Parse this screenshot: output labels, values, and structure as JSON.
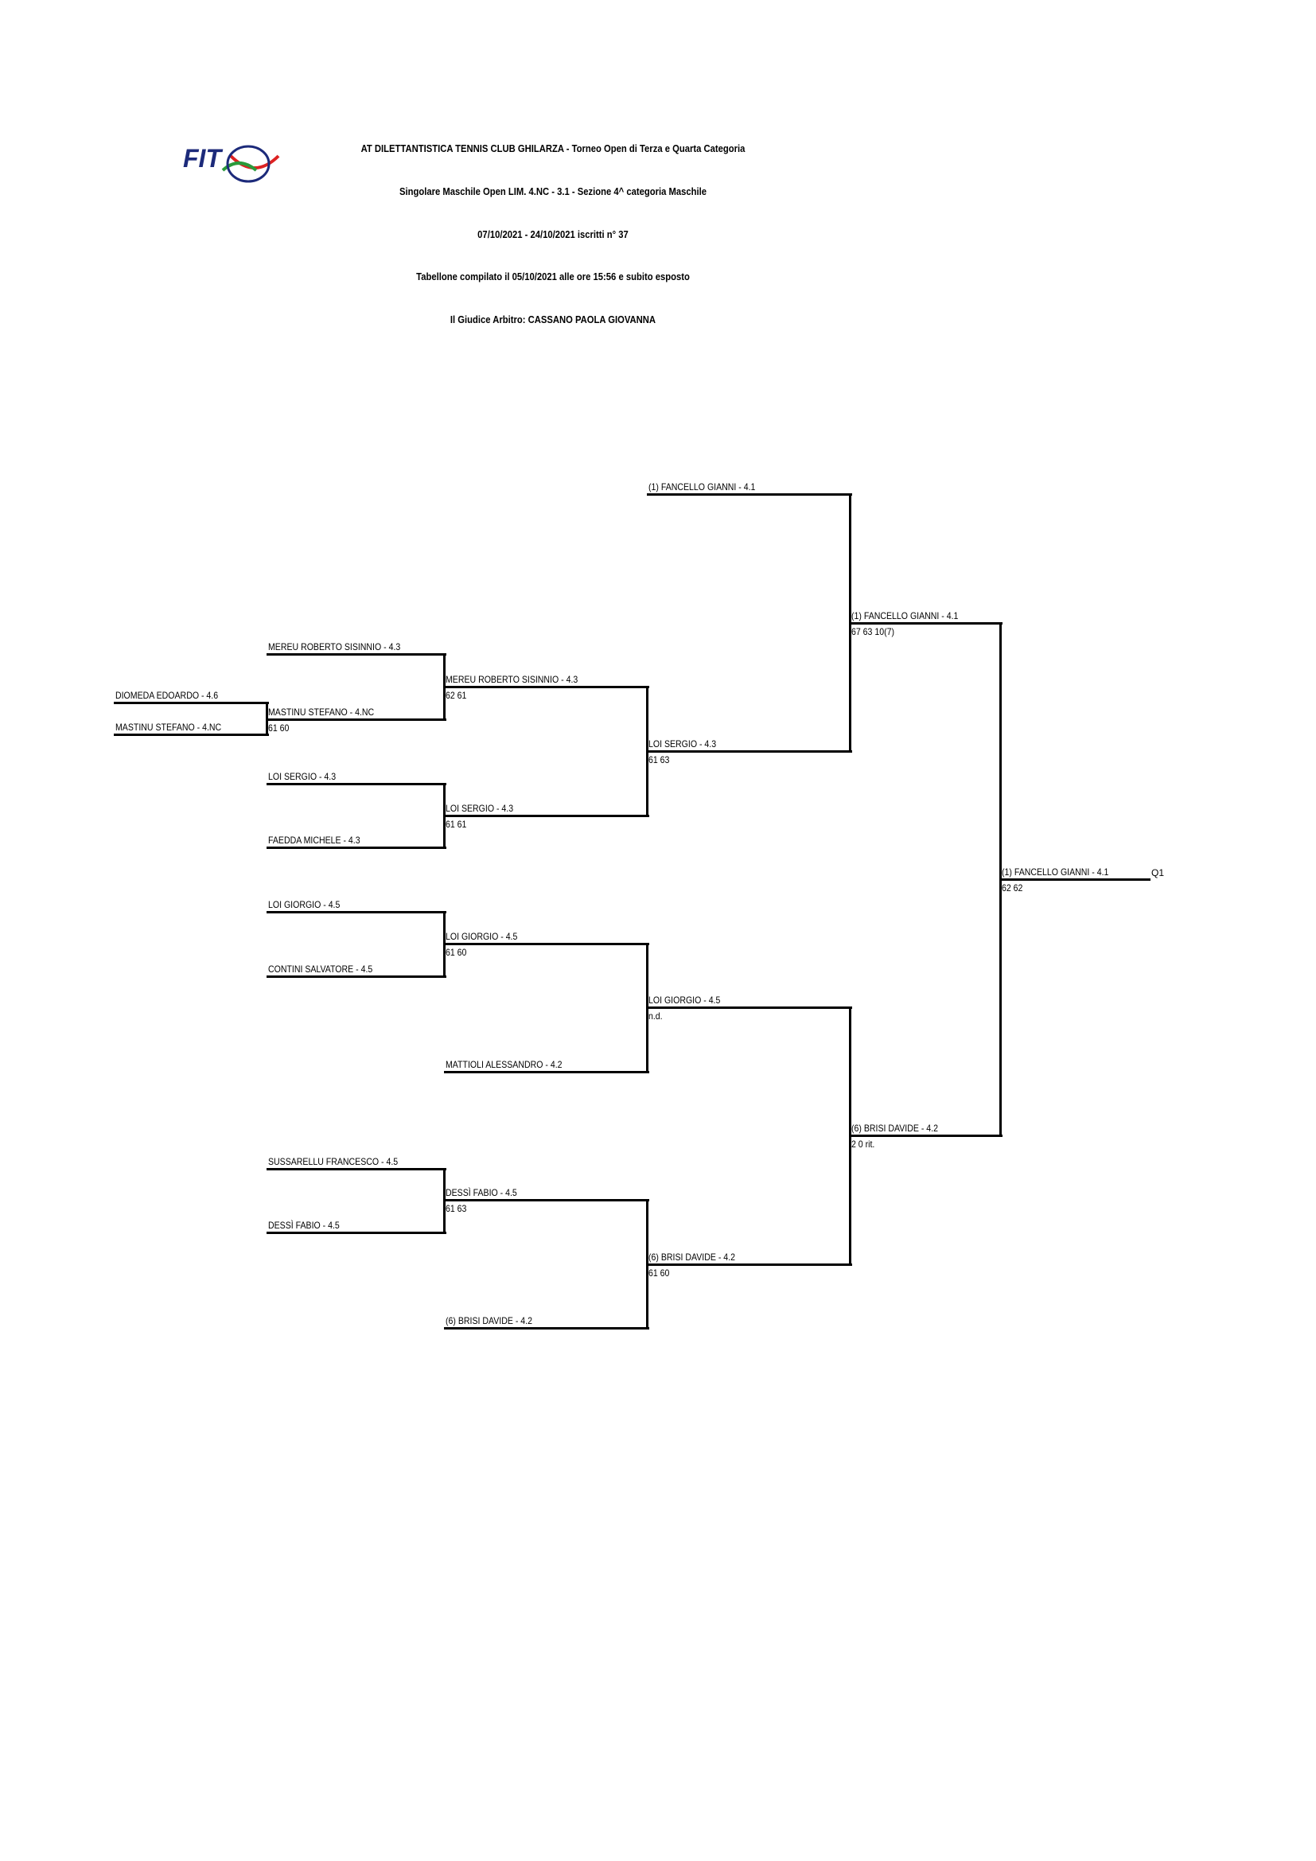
{
  "header": {
    "logo_text": "FIT",
    "title": "AT DILETTANTISTICA TENNIS CLUB GHILARZA - Torneo Open  di Terza e Quarta Categoria",
    "section": "Singolare Maschile Open LIM. 4.NC - 3.1 - Sezione 4^ categoria Maschile",
    "dates": "07/10/2021 - 24/10/2021   iscritti n° 37",
    "compiled": "Tabellone compilato il 05/10/2021 alle ore 15:56 e subito esposto",
    "referee": "Il Giudice Arbitro: CASSANO PAOLA GIOVANNA"
  },
  "bracket": {
    "round0": [
      {
        "name": "DIOMEDA EDOARDO - 4.6",
        "score": ""
      },
      {
        "name": "MASTINU STEFANO - 4.NC",
        "score": ""
      }
    ],
    "round1": [
      {
        "name": "MEREU ROBERTO SISINNIO - 4.3",
        "score": ""
      },
      {
        "name": "MASTINU STEFANO - 4.NC",
        "score": "61 60"
      },
      {
        "name": "LOI SERGIO - 4.3",
        "score": ""
      },
      {
        "name": "FAEDDA MICHELE - 4.3",
        "score": ""
      },
      {
        "name": "LOI GIORGIO - 4.5",
        "score": ""
      },
      {
        "name": "CONTINI SALVATORE - 4.5",
        "score": ""
      },
      {
        "name": "SUSSARELLU FRANCESCO - 4.5",
        "score": ""
      },
      {
        "name": "DESSÌ FABIO - 4.5",
        "score": ""
      }
    ],
    "round2": [
      {
        "name": "MEREU ROBERTO SISINNIO - 4.3",
        "score": "62 61"
      },
      {
        "name": "LOI SERGIO - 4.3",
        "score": "61 61"
      },
      {
        "name": "LOI GIORGIO - 4.5",
        "score": "61 60"
      },
      {
        "name": "MATTIOLI ALESSANDRO - 4.2",
        "score": ""
      },
      {
        "name": "DESSÌ FABIO - 4.5",
        "score": "61 63"
      },
      {
        "name": "(6) BRISI DAVIDE - 4.2",
        "score": ""
      }
    ],
    "round3": [
      {
        "name": "(1) FANCELLO GIANNI - 4.1",
        "score": ""
      },
      {
        "name": "LOI SERGIO - 4.3",
        "score": "61 63"
      },
      {
        "name": "LOI GIORGIO - 4.5",
        "score": "n.d."
      },
      {
        "name": "(6) BRISI DAVIDE - 4.2",
        "score": "61 60"
      }
    ],
    "round4": [
      {
        "name": "(1) FANCELLO GIANNI - 4.1",
        "score": "67 63 10(7)"
      },
      {
        "name": "(6) BRISI DAVIDE - 4.2",
        "score": "2 0  rit."
      }
    ],
    "round5": [
      {
        "name": "(1) FANCELLO GIANNI - 4.1",
        "score": "62 62"
      }
    ],
    "qualifier_label": "Q1"
  }
}
